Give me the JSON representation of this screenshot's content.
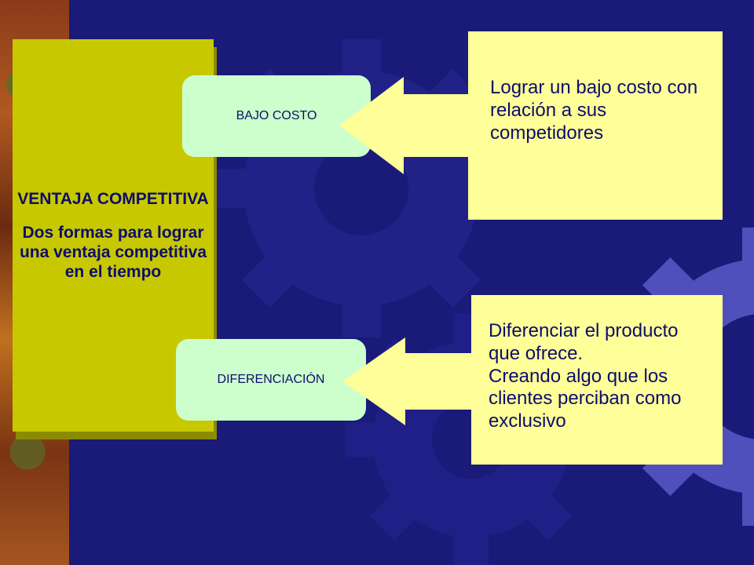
{
  "colors": {
    "background": "#1a1a78",
    "panel": "#c8c800",
    "pill": "#ccffcc",
    "note": "#ffff99",
    "text": "#0d0d6b"
  },
  "left_panel": {
    "title": "VENTAJA COMPETITIVA",
    "subtitle": "Dos formas para lograr una ventaja competitiva en el tiempo"
  },
  "items": [
    {
      "label": "BAJO COSTO",
      "description_lines": [
        "Lograr un bajo costo con relación a sus competidores"
      ]
    },
    {
      "label": "DIFERENCIACIÓN",
      "description_lines": [
        "Diferenciar el producto que ofrece.",
        "Creando algo que los clientes perciban como exclusivo"
      ]
    }
  ]
}
